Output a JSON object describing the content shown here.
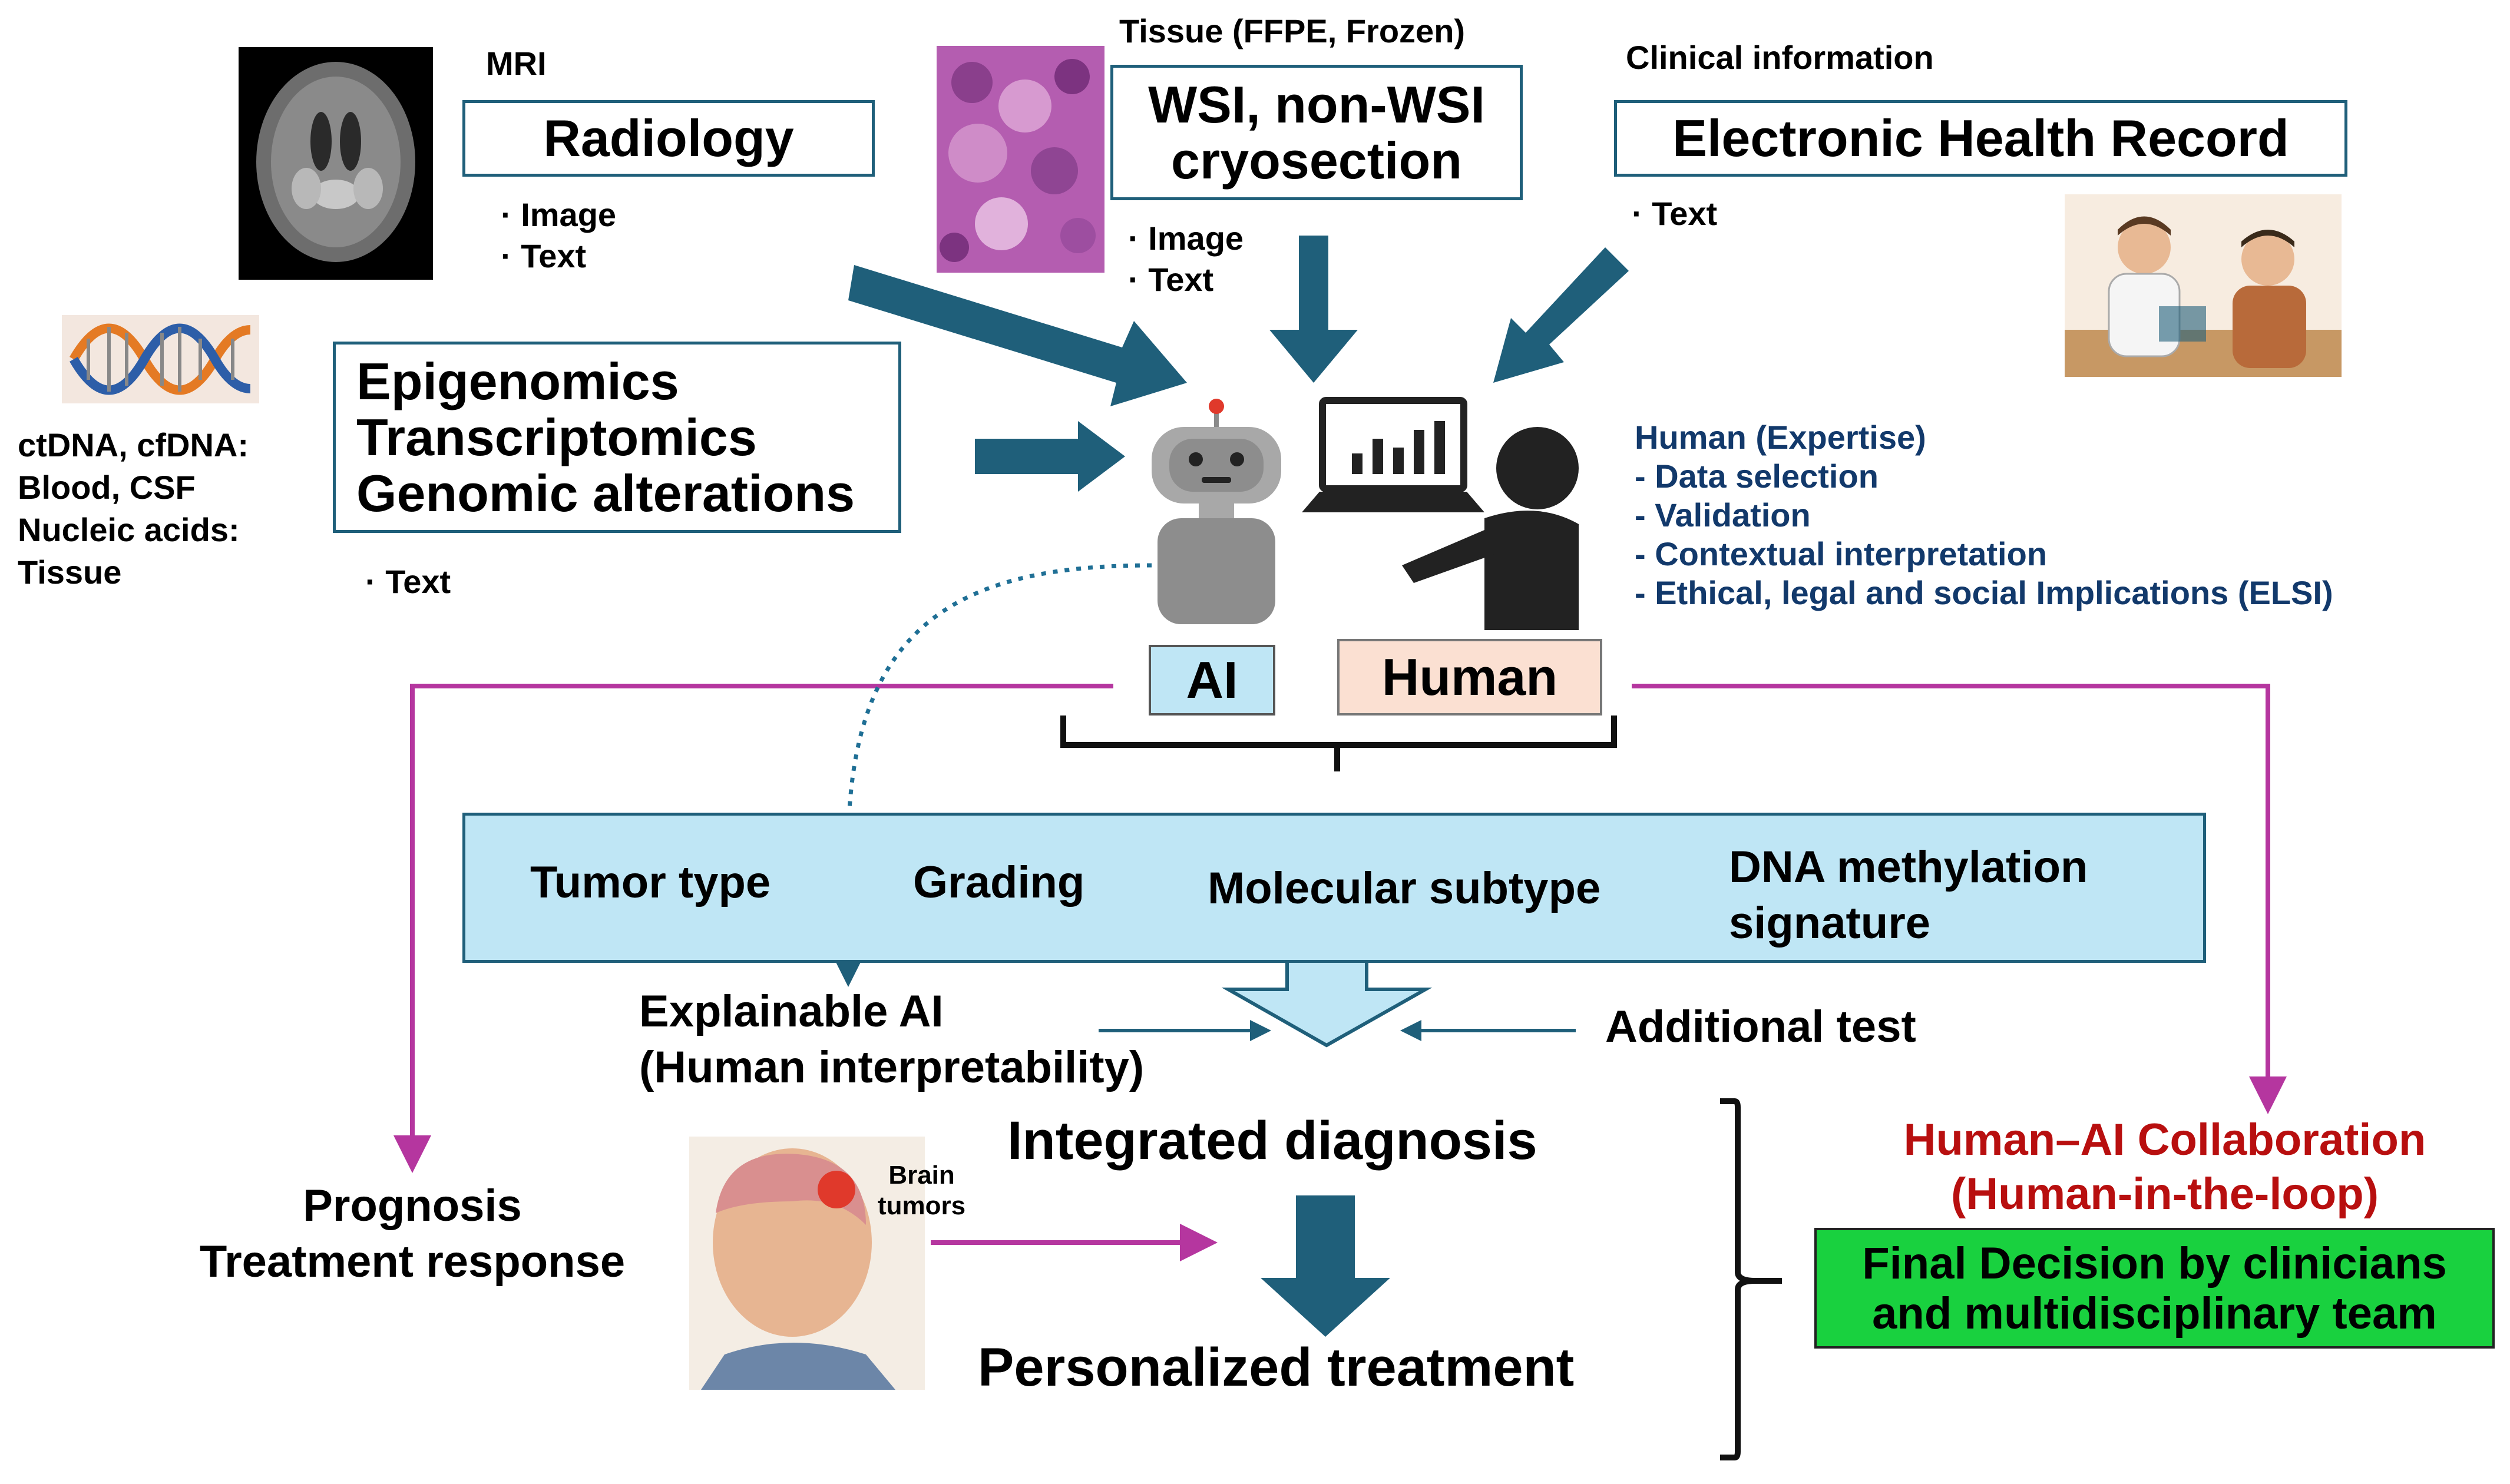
{
  "sources": {
    "mri_label": "MRI",
    "radiology": {
      "title": "Radiology",
      "bullets": [
        "· Image",
        "· Text"
      ]
    },
    "tissue_label": "Tissue (FFPE, Frozen)",
    "wsi": {
      "title_lines": [
        "WSI, non-WSI",
        "cryosection"
      ],
      "bullets": [
        "· Image",
        "· Text"
      ]
    },
    "clinical_label": "Clinical information",
    "ehr": {
      "title": "Electronic Health Record",
      "bullets": [
        "· Text"
      ]
    },
    "omics": {
      "title_lines": [
        "Epigenomics",
        "Transcriptomics",
        "Genomic alterations"
      ],
      "bullets": [
        "· Text"
      ]
    },
    "liquid_lines": [
      "ctDNA, cfDNA:",
      "Blood, CSF",
      "Nucleic acids:",
      "Tissue"
    ]
  },
  "actors": {
    "ai_label": "AI",
    "human_label": "Human",
    "human_expertise": [
      "Human (Expertise)",
      "- Data selection",
      "- Validation",
      "- Contextual interpretation",
      "- Ethical, legal and social Implications (ELSI)"
    ]
  },
  "diagnosis_bar": {
    "items": [
      "Tumor type",
      "Grading",
      "Molecular subtype"
    ],
    "dna_lines": [
      "DNA methylation",
      "signature"
    ]
  },
  "middle": {
    "explainable_lines": [
      "Explainable AI",
      "(Human interpretability)"
    ],
    "additional_test": "Additional test",
    "integrated": "Integrated diagnosis",
    "personalized": "Personalized treatment",
    "prognosis_lines": [
      "Prognosis",
      "Treatment response"
    ],
    "brain_tumors_lines": [
      "Brain",
      "tumors"
    ]
  },
  "collaboration": {
    "title_lines": [
      "Human–AI Collaboration",
      "(Human-in-the-loop)"
    ],
    "final_lines": [
      "Final Decision by clinicians",
      "and multidisciplinary team"
    ]
  },
  "colors": {
    "navy_arrow": "#1f5f7a",
    "magenta": "#b5369f",
    "light_blue": "#bfe6f5",
    "peach": "#fbe0d2",
    "green": "#19d13f",
    "navy_text": "#12396b",
    "red_text": "#b80f0f"
  }
}
